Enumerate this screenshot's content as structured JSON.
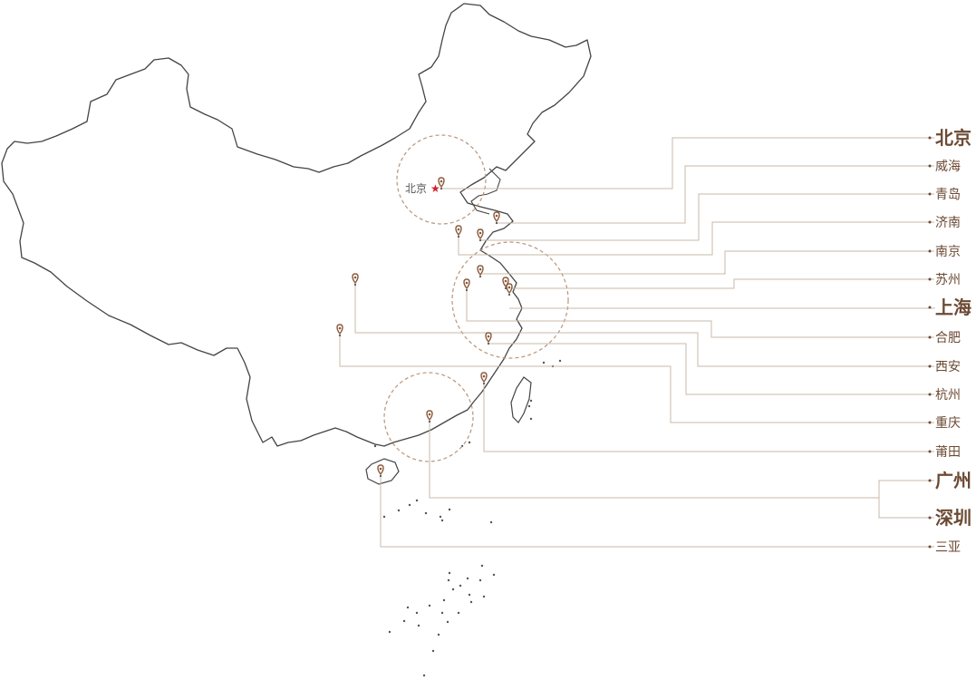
{
  "map": {
    "capital_label": "北京",
    "accent_color": "#6b4a33",
    "line_color": "#c9b8a8",
    "outline_color": "#444444",
    "capital_star_color": "#d0202a",
    "cities": [
      {
        "id": "beijing",
        "label": "北京",
        "major": true
      },
      {
        "id": "weihai",
        "label": "威海",
        "major": false
      },
      {
        "id": "qingdao",
        "label": "青岛",
        "major": false
      },
      {
        "id": "jinan",
        "label": "济南",
        "major": false
      },
      {
        "id": "nanjing",
        "label": "南京",
        "major": false
      },
      {
        "id": "suzhou",
        "label": "苏州",
        "major": false
      },
      {
        "id": "shanghai",
        "label": "上海",
        "major": true
      },
      {
        "id": "hefei",
        "label": "合肥",
        "major": false
      },
      {
        "id": "xian",
        "label": "西安",
        "major": false
      },
      {
        "id": "hangzhou",
        "label": "杭州",
        "major": false
      },
      {
        "id": "chongqing",
        "label": "重庆",
        "major": false
      },
      {
        "id": "putian",
        "label": "莆田",
        "major": false
      },
      {
        "id": "guangzhou",
        "label": "广州",
        "major": true
      },
      {
        "id": "shenzhen",
        "label": "深圳",
        "major": true
      },
      {
        "id": "sanya",
        "label": "三亚",
        "major": false
      }
    ]
  }
}
